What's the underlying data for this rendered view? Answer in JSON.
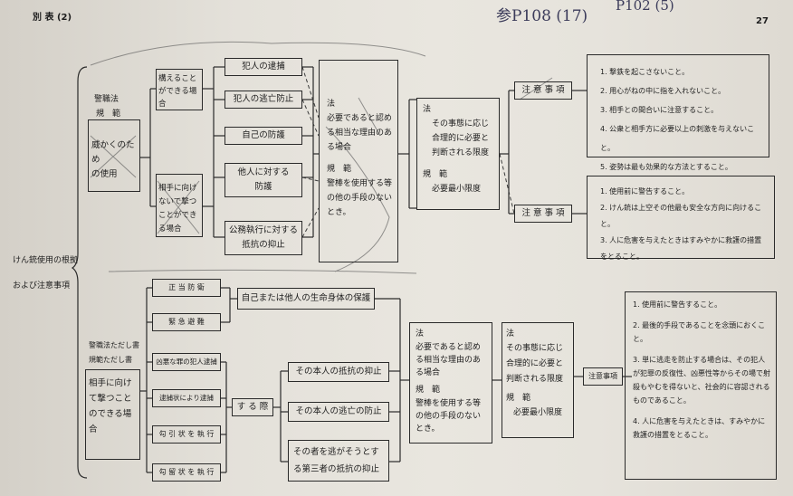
{
  "header": {
    "left": "別 表 (2)",
    "page": "27",
    "handwritten": "参P108 (17)",
    "handwritten2": "P102 (5)"
  },
  "root": {
    "line1": "けん銃使用の根拠",
    "line2": "および注意事項"
  },
  "top": {
    "group": {
      "line1": "警職法",
      "line2": "規　範",
      "line3": "威かくのため",
      "line4": "の使用"
    },
    "cond1": "構えることができる場合",
    "cond2": "相手に向けないで撃つことができる場合",
    "purposes": [
      "犯人の逮捕",
      "犯人の逃亡防止",
      "自己の防護",
      "他人に対する防護",
      "公務執行に対する抵抗の抑止"
    ],
    "law": {
      "label": "法",
      "text": "必要であると認める相当な理由のある場合",
      "norm_label": "規　範",
      "norm_text": "警棒を使用する等の他の手段のないとき。"
    },
    "law2": {
      "label": "法",
      "text": "その事態に応じ合理的に必要と判断される限度",
      "norm_label": "規　範",
      "norm_text": "必要最小限度"
    },
    "note1": {
      "label": "注 意 事 項",
      "items": [
        "1. 撃鉄を起こさないこと。",
        "2. 用心がねの中に指を入れないこと。",
        "3. 相手との間合いに注意すること。",
        "4. 公衆と相手方に必要以上の刺激を与えないこと。",
        "5. 姿勢は最も効果的な方法とすること。"
      ]
    },
    "note2": {
      "label": "注 意 事 項",
      "items": [
        "1. 使用前に警告すること。",
        "2. けん銃は上空その他最も安全な方向に向けること。",
        "3. 人に危害を与えたときはすみやかに救護の措置をとること。"
      ]
    }
  },
  "bottom": {
    "group": {
      "line1": "警職法ただし書",
      "line2": "規範ただし書",
      "line3": "相手に向けて撃つことのできる場合"
    },
    "cases": [
      "正 当 防 衛",
      "緊 急 避 難",
      "凶悪な罪の犯人逮捕",
      "逮捕状により逮捕",
      "勾 引 状 を 執 行",
      "勾 留 状 を 執 行"
    ],
    "self_protect": "自己または他人の生命身体の保護",
    "when": "す る 際",
    "resists": [
      "その本人の抵抗の抑止",
      "その本人の逃亡の防止",
      "その者を逃がそうとする第三者の抵抗の抑止"
    ],
    "law": {
      "label": "法",
      "text": "必要であると認める相当な理由のある場合",
      "norm_label": "規　範",
      "norm_text": "警棒を使用する等の他の手段のないとき。"
    },
    "law2": {
      "label": "法",
      "text": "その事態に応じ合理的に必要と判断される限度",
      "norm_label": "規　範",
      "norm_text": "必要最小限度"
    },
    "note": {
      "label": "注意事項",
      "items": [
        "1. 使用前に警告すること。",
        "2. 最後的手段であることを念頭におくこと。",
        "3. 単に逃走を防止する場合は、その犯人が犯罪の反復性、凶悪性等からその場で射殺もやむを得ないと、社会的に容認されるものであること。",
        "4. 人に危害を与えたときは、すみやかに救護の措置をとること。"
      ]
    }
  }
}
